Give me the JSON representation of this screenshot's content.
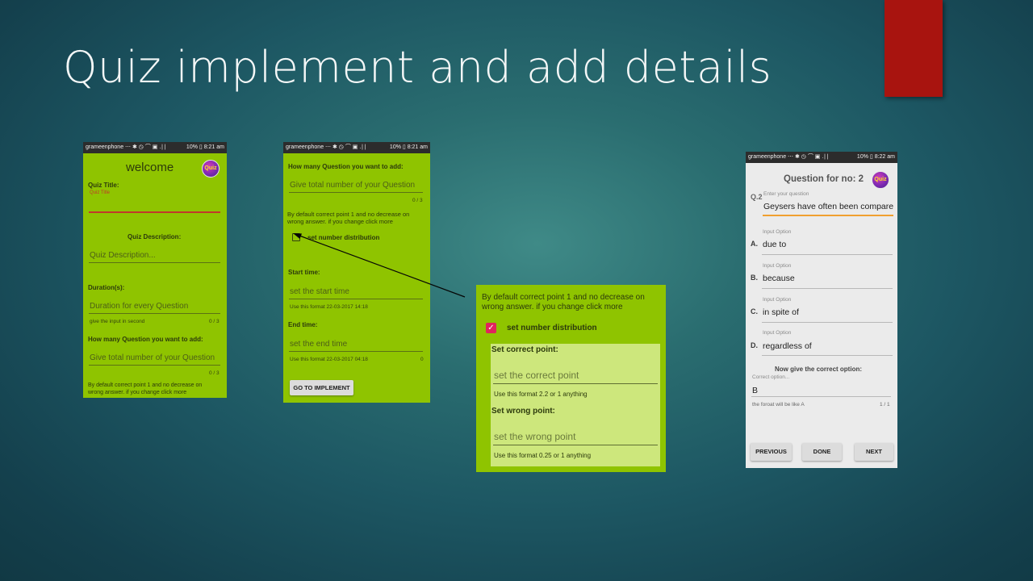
{
  "slide": {
    "title": "Quiz implement and add details",
    "accent_color": "#a8140f"
  },
  "statusbar": {
    "carrier": "grameenphone",
    "icons": "⋯  ✱ ◷ ⌒ ▣ .∣∣",
    "battery": "10%",
    "time_a": "8:21 am",
    "time_b": "8:22 am"
  },
  "logo_text": "Quiz",
  "screen1": {
    "header": "welcome",
    "quiz_title_label": "Quiz Title:",
    "quiz_title_hint": "Quiz Title",
    "quiz_desc_label": "Quiz Description:",
    "quiz_desc_placeholder": "Quiz Description...",
    "duration_label": "Duration(s):",
    "duration_placeholder": "Duration for every Question",
    "duration_helper": "give the input in second",
    "duration_counter": "0 / 3",
    "howmany_label": "How many Question you want to add:",
    "howmany_placeholder": "Give total number of your Question",
    "howmany_counter": "0 / 3",
    "default_text_1": "By default correct point 1 and no decrease on",
    "default_text_2": "wrong answer. if you change click more"
  },
  "screen2": {
    "howmany_label": "How many Question you want to add:",
    "howmany_placeholder": "Give total number of your Question",
    "howmany_counter": "0 / 3",
    "default_text_1": "By default correct point 1 and no decrease on",
    "default_text_2": "wrong answer. if you change click more",
    "set_distribution": "set number distribution",
    "start_label": "Start time:",
    "start_placeholder": "set the start time",
    "start_helper": "Use this format 22-03-2017 14:18",
    "end_label": "End time:",
    "end_placeholder": "set the end time",
    "end_helper": "Use this format 22-03-2017 04:18",
    "end_counter": "0",
    "implement_button": "GO TO IMPLEMENT"
  },
  "zoom": {
    "default_text_1": "By default correct point 1 and no decrease on",
    "default_text_2": "wrong answer. if you change click more",
    "set_distribution": "set number distribution",
    "correct_label": "Set correct point:",
    "correct_placeholder": "set the correct point",
    "correct_helper": "Use this format 2.2 or 1 anything",
    "wrong_label": "Set wrong point:",
    "wrong_placeholder": "set the wrong point",
    "wrong_helper": "Use this format 0.25 or 1 anything"
  },
  "screen3": {
    "header": "Question for no: 2",
    "q_number": "Q.2",
    "question_hint": "Enter your question",
    "question_value": "Geysers have often been compare",
    "input_option_label": "Input Option",
    "options": [
      {
        "letter": "A.",
        "value": "due to"
      },
      {
        "letter": "B.",
        "value": "because"
      },
      {
        "letter": "C.",
        "value": "in spite of"
      },
      {
        "letter": "D.",
        "value": "regardless of"
      }
    ],
    "correct_prompt": "Now give the correct option:",
    "correct_hint": "Correct option...",
    "correct_value": "B",
    "format_helper": "the foroat will be like A",
    "format_counter": "1 / 1",
    "prev_button": "PREVIOUS",
    "done_button": "DONE",
    "next_button": "NEXT"
  }
}
